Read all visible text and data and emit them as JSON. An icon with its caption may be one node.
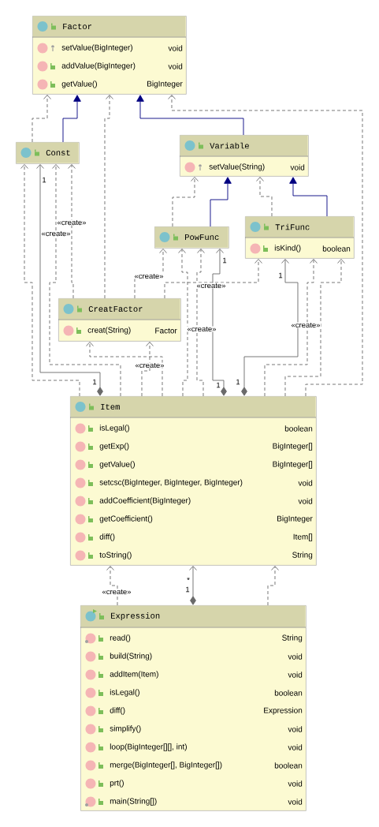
{
  "diagram": {
    "nodes": [
      {
        "text": [
          "Factor",
          "setValue(BigInteger)",
          "void",
          "addValue(BigInteger)",
          "void",
          "getValue()",
          "BigInteger"
        ]
      },
      {
        "text": [
          "Const"
        ]
      },
      {
        "text": [
          "Variable",
          "setValue(String)",
          "void"
        ]
      },
      {
        "text": [
          "PowFunc"
        ]
      },
      {
        "text": [
          "TriFunc",
          "isKind()",
          "boolean"
        ]
      },
      {
        "text": [
          "CreatFactor",
          "creat(String)",
          "Factor"
        ]
      },
      {
        "text": [
          "Item",
          "isLegal()",
          "boolean",
          "getExp()",
          "BigInteger[]",
          "getValue()",
          "BigInteger[]",
          "setcsc(BigInteger, BigInteger, BigInteger)",
          "void",
          "addCoefficient(BigInteger)",
          "void",
          "getCoefficient()",
          "BigInteger",
          "diff()",
          "Item[]",
          "toString()",
          "String"
        ]
      },
      {
        "text": [
          "Expression",
          "read()",
          "String",
          "build(String)",
          "void",
          "addItem(Item)",
          "void",
          "isLegal()",
          "boolean",
          "diff()",
          "Expression",
          "simplify()",
          "void",
          "loop(BigInteger[][], int)",
          "void",
          "merge(BigInteger[], BigInteger[])",
          "boolean",
          "prt()",
          "void",
          "main(String[])",
          "void"
        ]
      }
    ],
    "edges": [
      {
        "from": 1,
        "to": 0,
        "arrow": "to",
        "color": "#000080"
      },
      {
        "from": 2,
        "to": 0,
        "arrow": "to",
        "color": "#000080"
      },
      {
        "from": 3,
        "to": 2,
        "arrow": "to",
        "color": "#000080"
      },
      {
        "from": 4,
        "to": 2,
        "arrow": "to",
        "color": "#000080"
      },
      {
        "from": 1,
        "to": 0,
        "arrow": "to",
        "style": "dashed"
      },
      {
        "from": 5,
        "to": 0,
        "arrow": "to",
        "style": "dashed"
      },
      {
        "from": 6,
        "to": 0,
        "arrow": "to",
        "style": "dashed"
      },
      {
        "from": 6,
        "to": 1,
        "arrow": "to",
        "style": "dashed"
      },
      {
        "from": 6,
        "to": 1,
        "arrow": "to",
        "label": "1"
      },
      {
        "from": 6,
        "to": 1,
        "arrow": "to",
        "style": "dashed",
        "label": "«create»"
      },
      {
        "from": 5,
        "to": 1,
        "arrow": "to",
        "style": "dashed",
        "label": "«create»"
      },
      {
        "from": 3,
        "to": 2,
        "arrow": "to",
        "style": "dashed"
      },
      {
        "from": 4,
        "to": 2,
        "arrow": "to",
        "style": "dashed"
      },
      {
        "from": 5,
        "to": 3,
        "arrow": "to",
        "style": "dashed",
        "label": "«create»"
      },
      {
        "from": 6,
        "to": 3,
        "arrow": "to",
        "style": "dashed",
        "label": "«create»"
      },
      {
        "from": 6,
        "to": 3,
        "arrow": "to",
        "style": "dashed"
      },
      {
        "from": 6,
        "to": 3,
        "arrow": "to",
        "label": "1"
      },
      {
        "from": 5,
        "to": 4,
        "arrow": "to",
        "style": "dashed",
        "label": "«create»"
      },
      {
        "from": 6,
        "to": 4,
        "arrow": "to",
        "label": "1"
      },
      {
        "from": 6,
        "to": 4,
        "arrow": "to",
        "style": "dashed",
        "label": "«create»"
      },
      {
        "from": 6,
        "to": 4,
        "arrow": "to",
        "style": "dashed"
      },
      {
        "from": 6,
        "to": 5,
        "arrow": "to",
        "style": "dashed"
      },
      {
        "from": 6,
        "to": 5,
        "arrow": "to",
        "style": "dashed",
        "label": "«create»"
      },
      {
        "from": 7,
        "to": 6,
        "arrow": "to",
        "style": "dashed",
        "label": "«create»"
      },
      {
        "from": 7,
        "to": 6,
        "arrow": "to",
        "label": "*"
      },
      {
        "from": 7,
        "to": 6,
        "arrow": "to",
        "style": "dashed"
      }
    ],
    "labels": [
      "1",
      "1",
      "1",
      "1"
    ]
  }
}
